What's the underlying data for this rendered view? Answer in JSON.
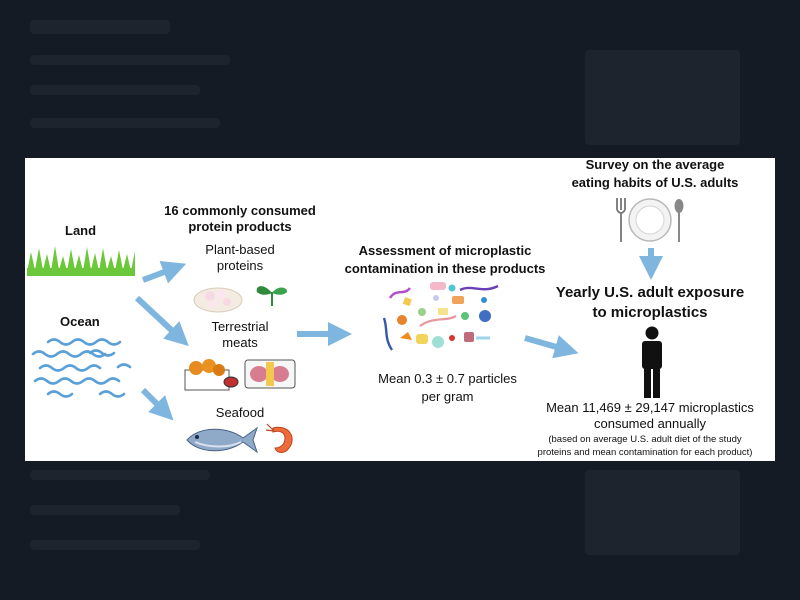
{
  "diagram": {
    "sources": {
      "land_label": "Land",
      "ocean_label": "Ocean"
    },
    "products": {
      "heading_line1": "16 commonly consumed",
      "heading_line2": "protein products",
      "plant_line1": "Plant-based",
      "plant_line2": "proteins",
      "terrestrial_line1": "Terrestrial",
      "terrestrial_line2": "meats",
      "seafood": "Seafood"
    },
    "assessment": {
      "heading_line1": "Assessment of microplastic",
      "heading_line2": "contamination in these products",
      "mean_line1": "Mean 0.3 ± 0.7 particles",
      "mean_line2": "per gram"
    },
    "survey": {
      "line1": "Survey on the average",
      "line2": "eating habits of U.S. adults"
    },
    "exposure": {
      "heading_line1": "Yearly U.S. adult exposure",
      "heading_line2": "to microplastics",
      "mean_line1": "Mean 11,469 ± 29,147 microplastics",
      "mean_line2": "consumed annually",
      "note_line1": "(based on average U.S. adult diet of the study",
      "note_line2": "proteins and mean contamination for each product)"
    },
    "colors": {
      "arrow": "#7fb6df",
      "grass": "#6cc73a",
      "water": "#5aa0d8",
      "background": "#151b24"
    },
    "icons": [
      "grass-icon",
      "ocean-waves-icon",
      "tofu-icon",
      "sprout-icon",
      "meat-tray-icon",
      "fish-icon",
      "shrimp-icon",
      "microplastic-particles-icon",
      "fork-icon",
      "plate-icon",
      "spoon-icon",
      "person-icon",
      "arrow-icon"
    ]
  }
}
